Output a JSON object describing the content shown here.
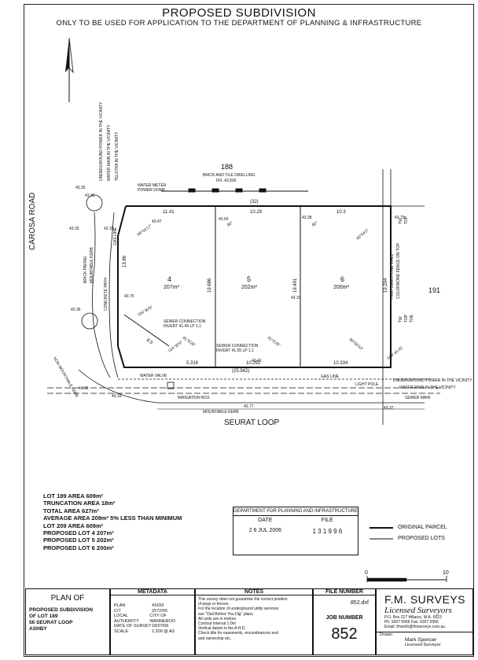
{
  "header": {
    "title": "PROPOSED SUBDIVISION",
    "subtitle": "ONLY TO BE USED FOR  APPLICATION TO THE DEPARTMENT OF PLANNING & INFRASTRUCTURE"
  },
  "plan": {
    "road_west": "CAROSA ROAD",
    "road_south": "SEURAT LOOP",
    "lot_north": "188",
    "lot_north_note": "BRICK AND TILE DWELLING",
    "lot_north_ffl": "FFL 43.830",
    "lot_east": "191",
    "lots": [
      {
        "number": "4",
        "area": "207m²"
      },
      {
        "number": "5",
        "area": "202m²"
      },
      {
        "number": "6",
        "area": "200m²"
      }
    ],
    "dims": {
      "top_1": "11.41",
      "top_2": "10.29",
      "top_3": "10.3",
      "top_total": "(32)",
      "bottom_1": "5.316",
      "bottom_2": "10.292",
      "bottom_3": "10.334",
      "bottom_total": "(25.942)",
      "side_1": "19.686",
      "side_2": "19.491",
      "side_3": "19.294",
      "west_1": "13.86",
      "diag": "8.5"
    },
    "bearings": {
      "b1": "89°54'17\"",
      "b2": "90°",
      "b3": "90°",
      "b4": "90°54'3\"",
      "b5": "134°30'9\"",
      "b6": "134°30'9\"",
      "b7": "91°5'25\"",
      "b8": "91°5'25\"",
      "b9": "90°59'43\""
    },
    "labels": {
      "water_meter": "WATER METER",
      "power_dome": "POWER DOME",
      "sewer_1": "SEWER CONNECTION",
      "sewer_1b": "INVERT 41.49 LP 1.1",
      "sewer_2": "SEWER CONNECTION",
      "sewer_2b": "INVERT 41.55 LP 1.1",
      "water_valve": "WATER VALVE",
      "gas_line_s": "GAS LINE",
      "gas_line_w": "GAS LINE",
      "light_pole": "LIGHT POLE",
      "irrigation": "IRRIGATION BOX",
      "mountable_kerb": "MOUNTABLE KERB",
      "mountable_kerb_w": "MOUNTABLE KERB",
      "non_mountable_kerb": "NON MOUNTABLE KERB",
      "brick_paving": "BRICK PAVING",
      "concrete_path": "CONCRETE PATH",
      "sewer_main": "SEWER MAIN",
      "u_power_e": "UNDERGROUND POWER IN THE VICINITY",
      "water_main_e": "WATER MAIN IN THE VICINITY",
      "u_power_n": "UNDERGROUND POWER IN THE VICINITY",
      "water_main_n": "WATER MAIN IN THE VICINITY",
      "telstra_n": "TELSTRA IN THE VICINITY",
      "limestone_wall": "HIGH LIMESTONE WALL",
      "colorbond": "COLORBOND FENCE ON TOP",
      "top": "TOP",
      "top_b": "TOP",
      "tw": "TW",
      "tw_b": "TW",
      "toe": "TOE",
      "top_4342": "TOP 43.42",
      "spot": [
        "43.26",
        "43.36",
        "43.32",
        "43.35",
        "43.47",
        "43.60",
        "43.38",
        "43.79",
        "43.36",
        "43.75",
        "43.42",
        "43.37",
        "43.36",
        "43.16",
        "43.77",
        "43.37"
      ]
    }
  },
  "area_notes": [
    "LOT 189 AREA 609m²",
    "TRUNCATION AREA 18m²",
    "TOTAL AREA 627m²",
    "AVERAGE AREA 209m² 5% LESS THAN MINIMUM",
    "LOT 209 AREA 609m²",
    "PROPOSED LOT 4 207m²",
    "PROPOSED LOT 5 202m²",
    "PROPOSED LOT 6 200m²"
  ],
  "stamp": {
    "heading": "DEPARTMENT FOR PLANNING AND INFRASTRUCTURE",
    "date_label": "DATE",
    "file_label": "FILE",
    "date_value": "2 6 JUL 2006",
    "file_value": "1 3 1 9 9 6"
  },
  "legend": {
    "original": "ORIGINAL PARCEL",
    "proposed": "PROPOSED LOTS"
  },
  "scale_bar": {
    "start": "0",
    "end": "10"
  },
  "titleblock": {
    "plan_of": "PLAN OF",
    "plan_lines": [
      "PROPOSED SUBDIVISION",
      "OF LOT 189",
      "56 SEURAT LOOP",
      "ASHBY"
    ],
    "metadata_heading": "METADATA",
    "metadata_rows": [
      {
        "k": "PLAN",
        "v": "41693"
      },
      {
        "k": "C/T",
        "v": "2572/55"
      },
      {
        "k": "LOCAL AUTHORITY",
        "v": "CITY OF WANNEROO"
      },
      {
        "k": "DATE OF SURVEY",
        "v": "18/07/06"
      },
      {
        "k": "SCALE",
        "v": "1:200 @ A3"
      }
    ],
    "notes_heading": "NOTES",
    "notes_lines": [
      "This survey does not guarantee the correct position",
      "of pegs or fences.",
      "For the location of underground utility services",
      "see \"Dial Before You Dig\" plans",
      "All units are in metres",
      "Contour interval 1.0m",
      "Vertical datum is the A.H.D.",
      "Check title for easements, encumbrances and",
      "and ownership etc."
    ],
    "file_number_heading": "FILE NUMBER",
    "file_number": "852.dxf",
    "job_number_heading": "JOB NUMBER",
    "job_number": "852",
    "company": "F.M. SURVEYS",
    "company_sub": "Licensed Surveyors",
    "address": "P.O. Box 227 Hillarys, W.A. 6923",
    "phone": "Ph. 9307 5956  Fax. 9307 5956",
    "email": "Email: fmsinfo@fmsurveys.com.au",
    "drawn_label": "Drawn",
    "drawn_name": "Mark Spencer",
    "drawn_title": "Licensed Surveyor"
  }
}
